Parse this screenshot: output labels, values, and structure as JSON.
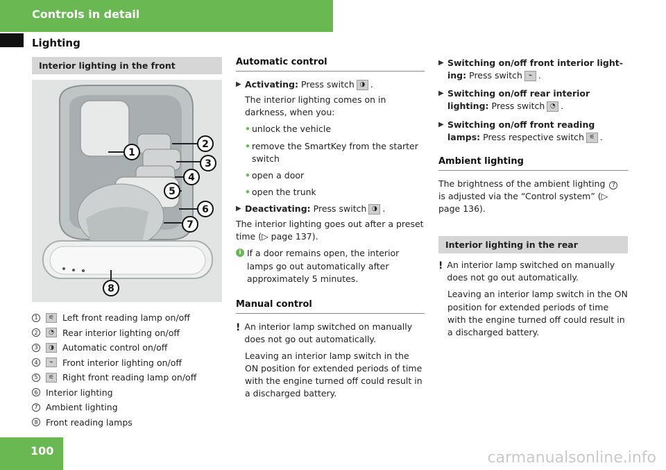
{
  "header": {
    "title": "Controls in detail",
    "section": "Lighting"
  },
  "col1": {
    "heading": "Interior lighting in the front",
    "figure_labels": [
      "1",
      "2",
      "3",
      "4",
      "5",
      "6",
      "7",
      "8"
    ],
    "legend": [
      {
        "num": "1",
        "switch": "⚟",
        "text": "Left front reading lamp on/off"
      },
      {
        "num": "2",
        "switch": "◔",
        "text": "Rear interior lighting on/off"
      },
      {
        "num": "3",
        "switch": "◑",
        "text": "Automatic control on/off"
      },
      {
        "num": "4",
        "switch": "⌁",
        "text": "Front interior lighting on/off"
      },
      {
        "num": "5",
        "switch": "⚟",
        "text": "Right front reading lamp on/off"
      },
      {
        "num": "6",
        "text": "Interior lighting"
      },
      {
        "num": "7",
        "text": "Ambient lighting"
      },
      {
        "num": "8",
        "text": "Front reading lamps"
      }
    ]
  },
  "col2": {
    "auto_heading": "Automatic control",
    "activating_label": "Activating:",
    "activating_text": "Press switch",
    "activating_desc": "The interior lighting comes on in darkness, when you:",
    "bullets": [
      "unlock the vehicle",
      "remove the SmartKey from the starter switch",
      "open a door",
      "open the trunk"
    ],
    "deactivating_label": "Deactivating:",
    "deactivating_text": "Press switch",
    "goes_out": "The interior lighting goes out after a preset time (▷ page 137).",
    "info_text": "If a door remains open, the interior lamps go out automatically after approximately 5 minutes.",
    "manual_heading": "Manual control",
    "warn1": "An interior lamp switched on manually does not go out automatically.",
    "warn2": "Leaving an interior lamp switch in the ON position for extended periods of time with the engine turned off could result in a dis­charged battery."
  },
  "col3": {
    "front_label": "Switching on/off front interior light­ing:",
    "front_text": "Press switch",
    "rear_label": "Switching on/off rear interior lighting:",
    "rear_text": "Press switch",
    "reading_label": "Switching on/off front reading lamps:",
    "reading_text": "Press respective switch",
    "ambient_heading": "Ambient lighting",
    "ambient_text_a": "The brightness of the ambient lighting",
    "ambient_num": "7",
    "ambient_text_b": "is adjusted via the “Control sys­tem” (▷ page 136).",
    "rear_heading": "Interior lighting in the rear",
    "warn1": "An interior lamp switched on manually does not go out automatically.",
    "warn2": "Leaving an interior lamp switch in the ON position for extended periods of time with the engine turned off could result in a dis­charged battery."
  },
  "footer": {
    "page": "100",
    "watermark": "carmanualsonline.info"
  }
}
